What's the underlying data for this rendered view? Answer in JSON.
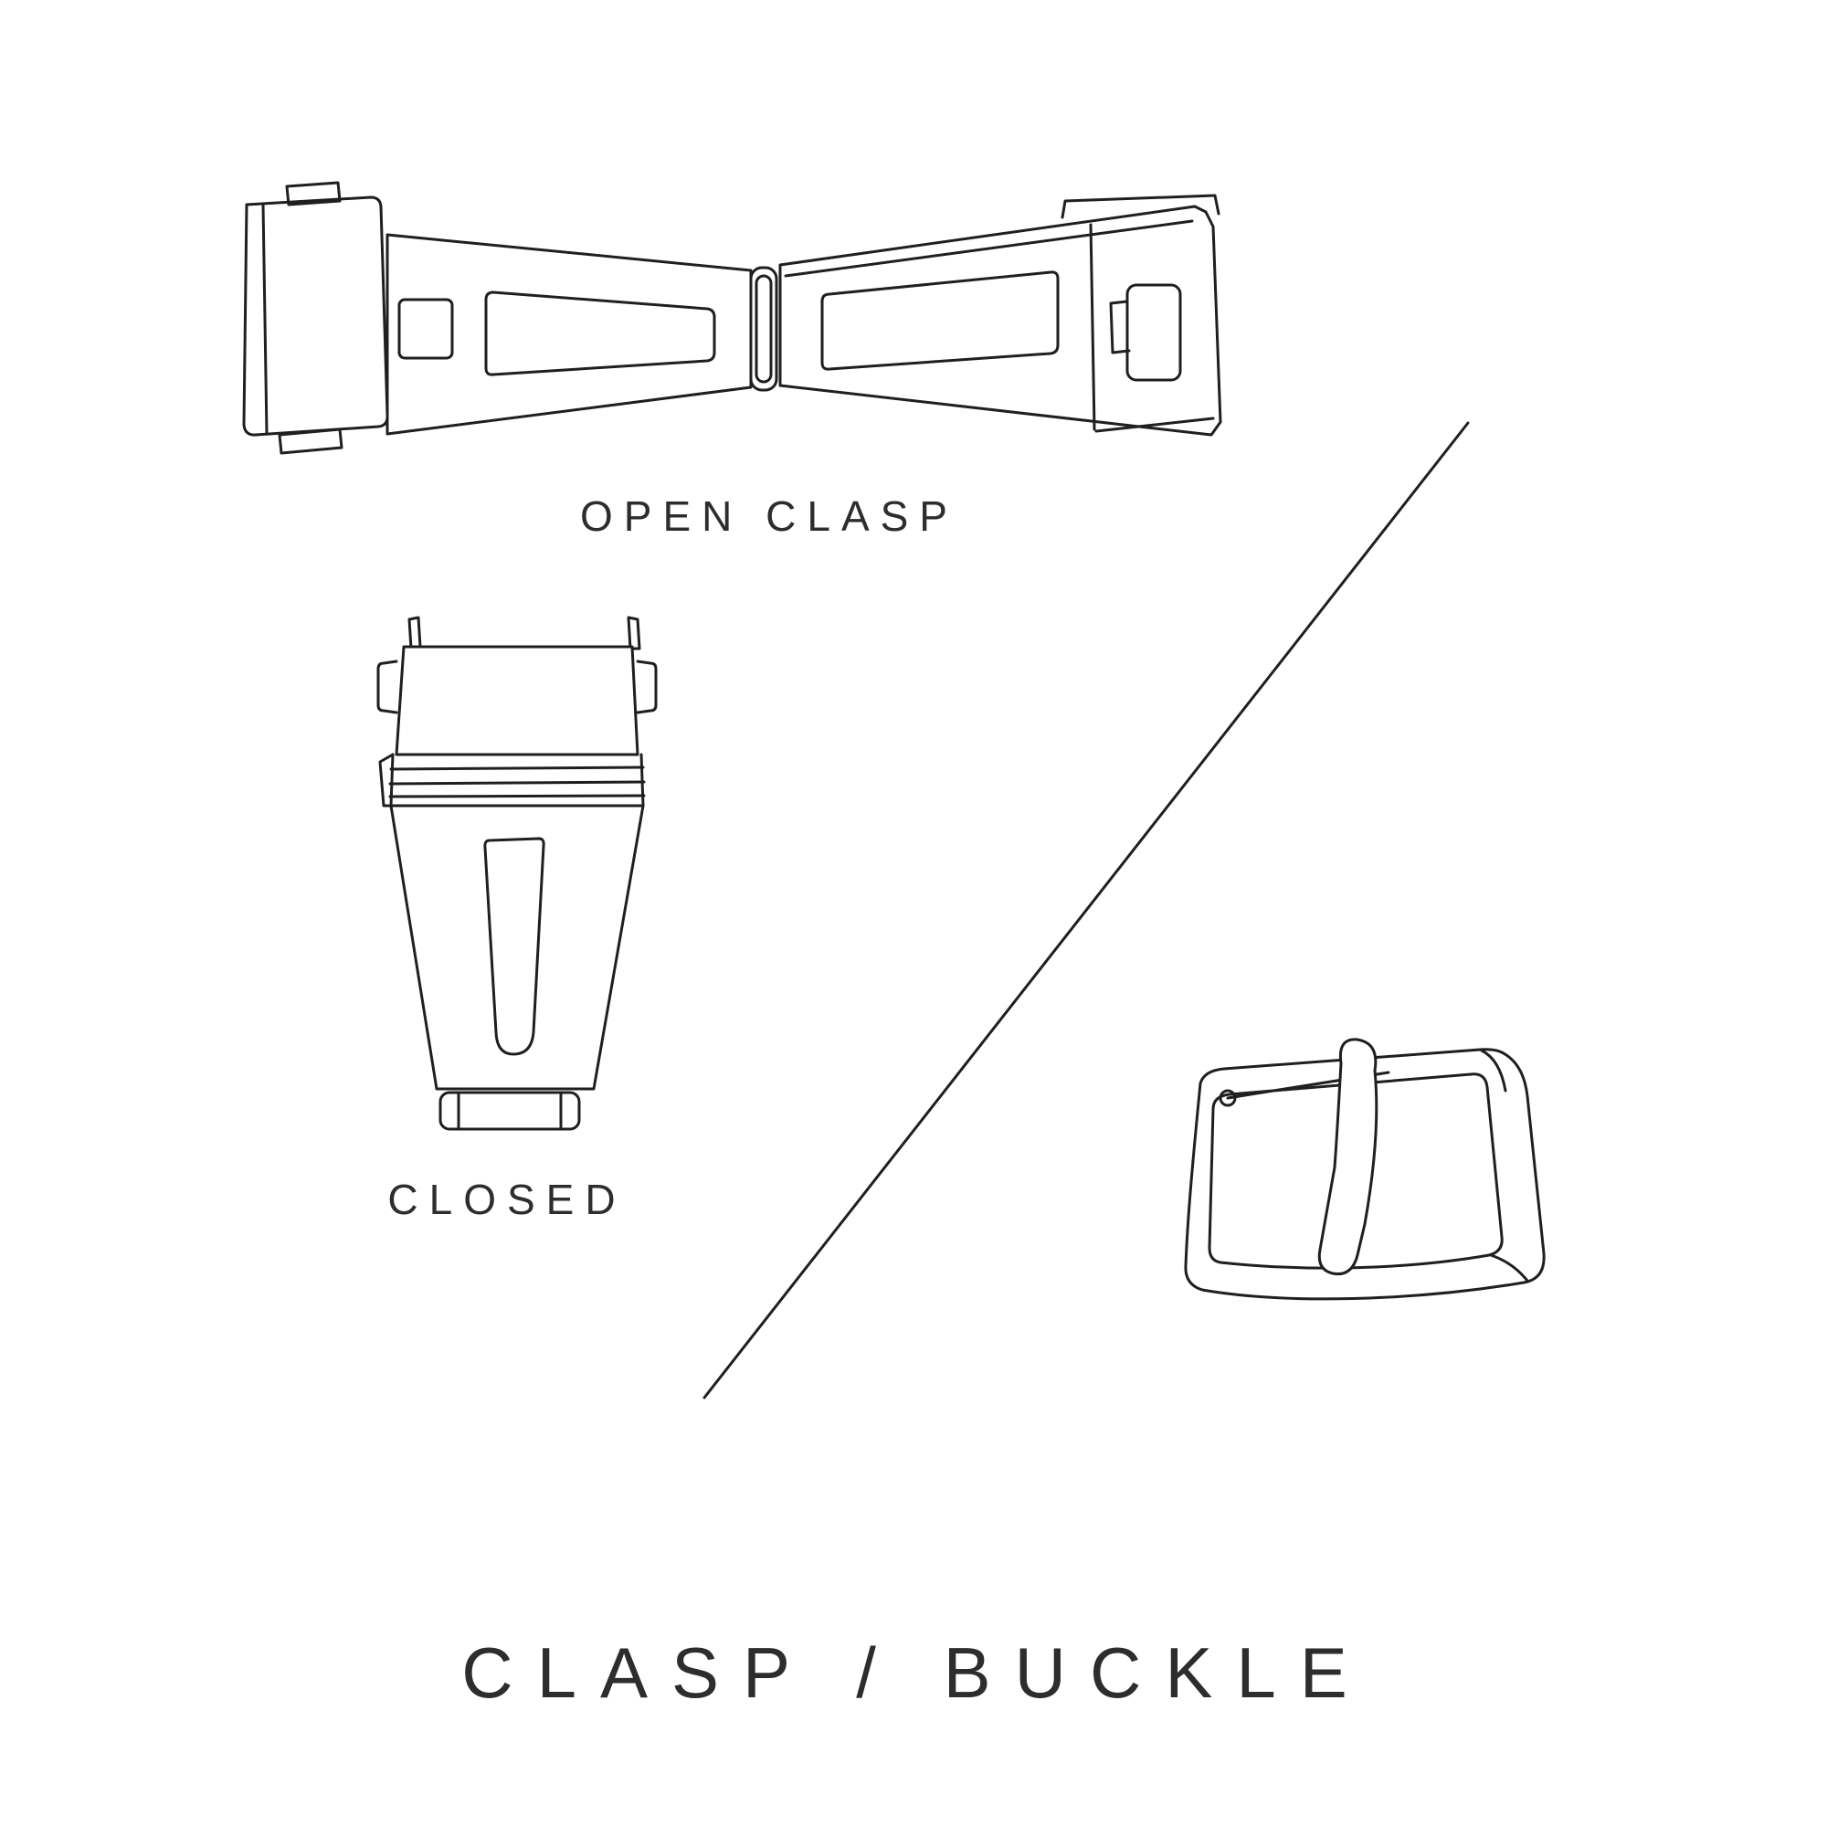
{
  "canvas": {
    "background": "#ffffff",
    "line_color": "#1f1f1f",
    "text_color": "#2d2d2d"
  },
  "labels": {
    "open_clasp": "OPEN CLASP",
    "closed": "CLOSED"
  },
  "title": "CLASP / BUCKLE"
}
